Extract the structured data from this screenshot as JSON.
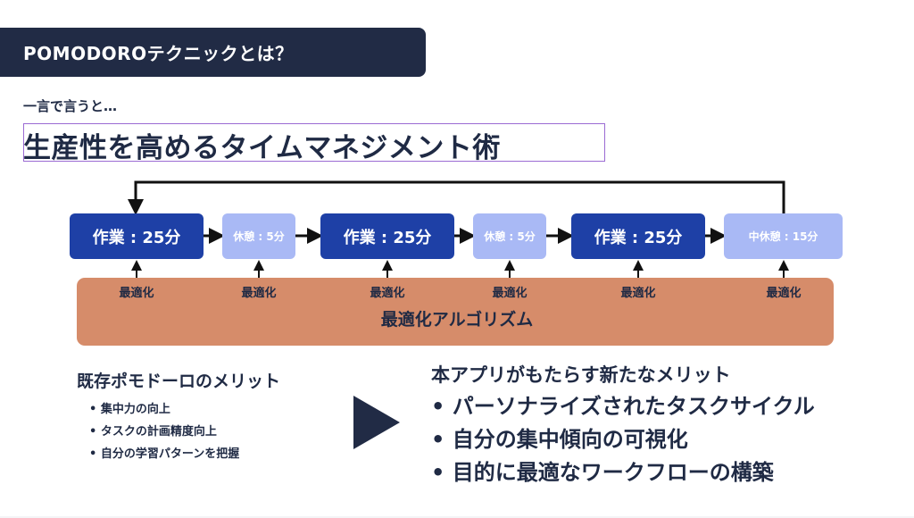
{
  "slide": {
    "title": "POMODOROテクニックとは？",
    "intro": "一言で言うと…",
    "headline": "生産性を高めるタイムマネジメント術"
  },
  "flow": {
    "nodes": [
      {
        "label": "作業 : 25分",
        "kind": "work"
      },
      {
        "label": "休憩 : 5分",
        "kind": "rest"
      },
      {
        "label": "作業 : 25分",
        "kind": "work"
      },
      {
        "label": "休憩 : 5分",
        "kind": "rest"
      },
      {
        "label": "作業 : 25分",
        "kind": "work"
      },
      {
        "label": "中休憩 : 15分",
        "kind": "rest"
      }
    ],
    "optimize_labels": [
      "最適化",
      "最適化",
      "最適化",
      "最適化",
      "最適化",
      "最適化"
    ],
    "algorithm_label": "最適化アルゴリズム"
  },
  "existing": {
    "title": "既存ポモドーロのメリット",
    "items": [
      "集中力の向上",
      "タスクの計画精度向上",
      "自分の学習パターンを把握"
    ]
  },
  "new_merits": {
    "title": "本アプリがもたらす新たなメリット",
    "items": [
      "パーソナライズされたタスクサイクル",
      "自分の集中傾向の可視化",
      "目的に最適なワークフローの構築"
    ]
  },
  "colors": {
    "work": "#1e40a6",
    "rest": "#a9b9f5",
    "algorithm": "#d68c6a",
    "title_bar": "#212b45",
    "highlight_border": "#9b6bd3"
  }
}
